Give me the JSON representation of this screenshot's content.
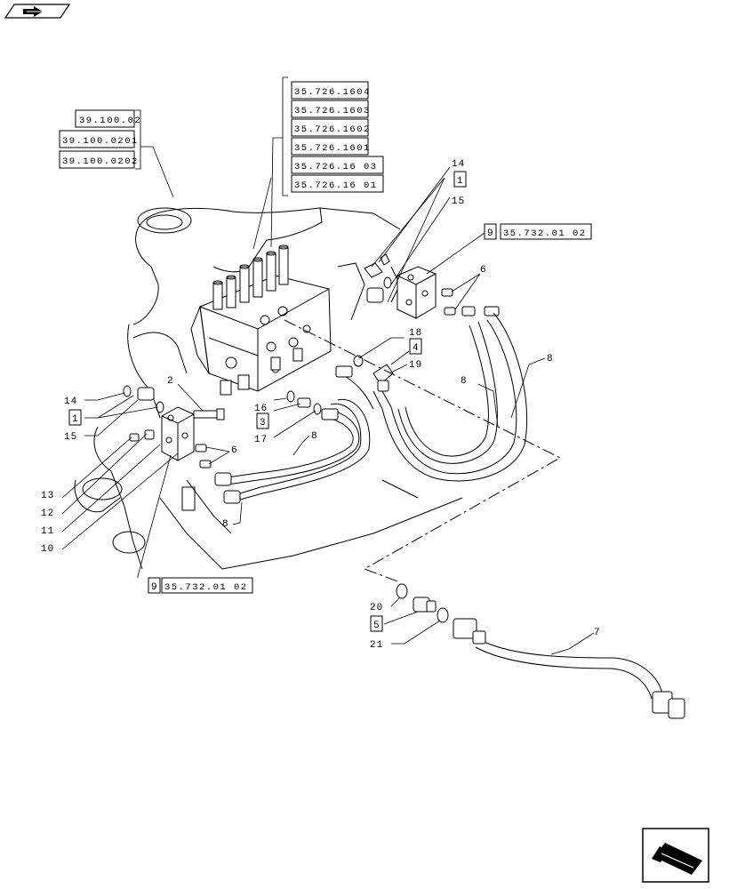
{
  "nav": {
    "top_icon": "book-arrow-icon",
    "bottom_icon": "next-page-arrow-icon"
  },
  "refs": {
    "group_a": [
      "39.100.02",
      "39.100.0201",
      "39.100.0202"
    ],
    "group_b": [
      "35.726.1604",
      "35.726.1603",
      "35.726.1602",
      "35.726.1601",
      "35.726.16 03",
      "35.726.16 01"
    ],
    "ref_9_top": "35.732.01 02",
    "ref_9_bottom": "35.732.01 02"
  },
  "boxed_labels": {
    "b1_top": "1",
    "b9_top": "9",
    "b4": "4",
    "b1_left": "1",
    "b3": "3",
    "b9_bottom": "9",
    "b5": "5"
  },
  "labels": {
    "l14_top": "14",
    "l15_top": "15",
    "l6_right": "6",
    "l18": "18",
    "l19": "19",
    "l8_right": "8",
    "l8_mid": "8",
    "l2": "2",
    "l14_left": "14",
    "l15_left": "15",
    "l16": "16",
    "l17": "17",
    "l8_center": "8",
    "l6_left": "6",
    "l8_low": "8",
    "l13": "13",
    "l12": "12",
    "l11": "11",
    "l10": "10",
    "l7": "7",
    "l20": "20",
    "l21": "21"
  }
}
